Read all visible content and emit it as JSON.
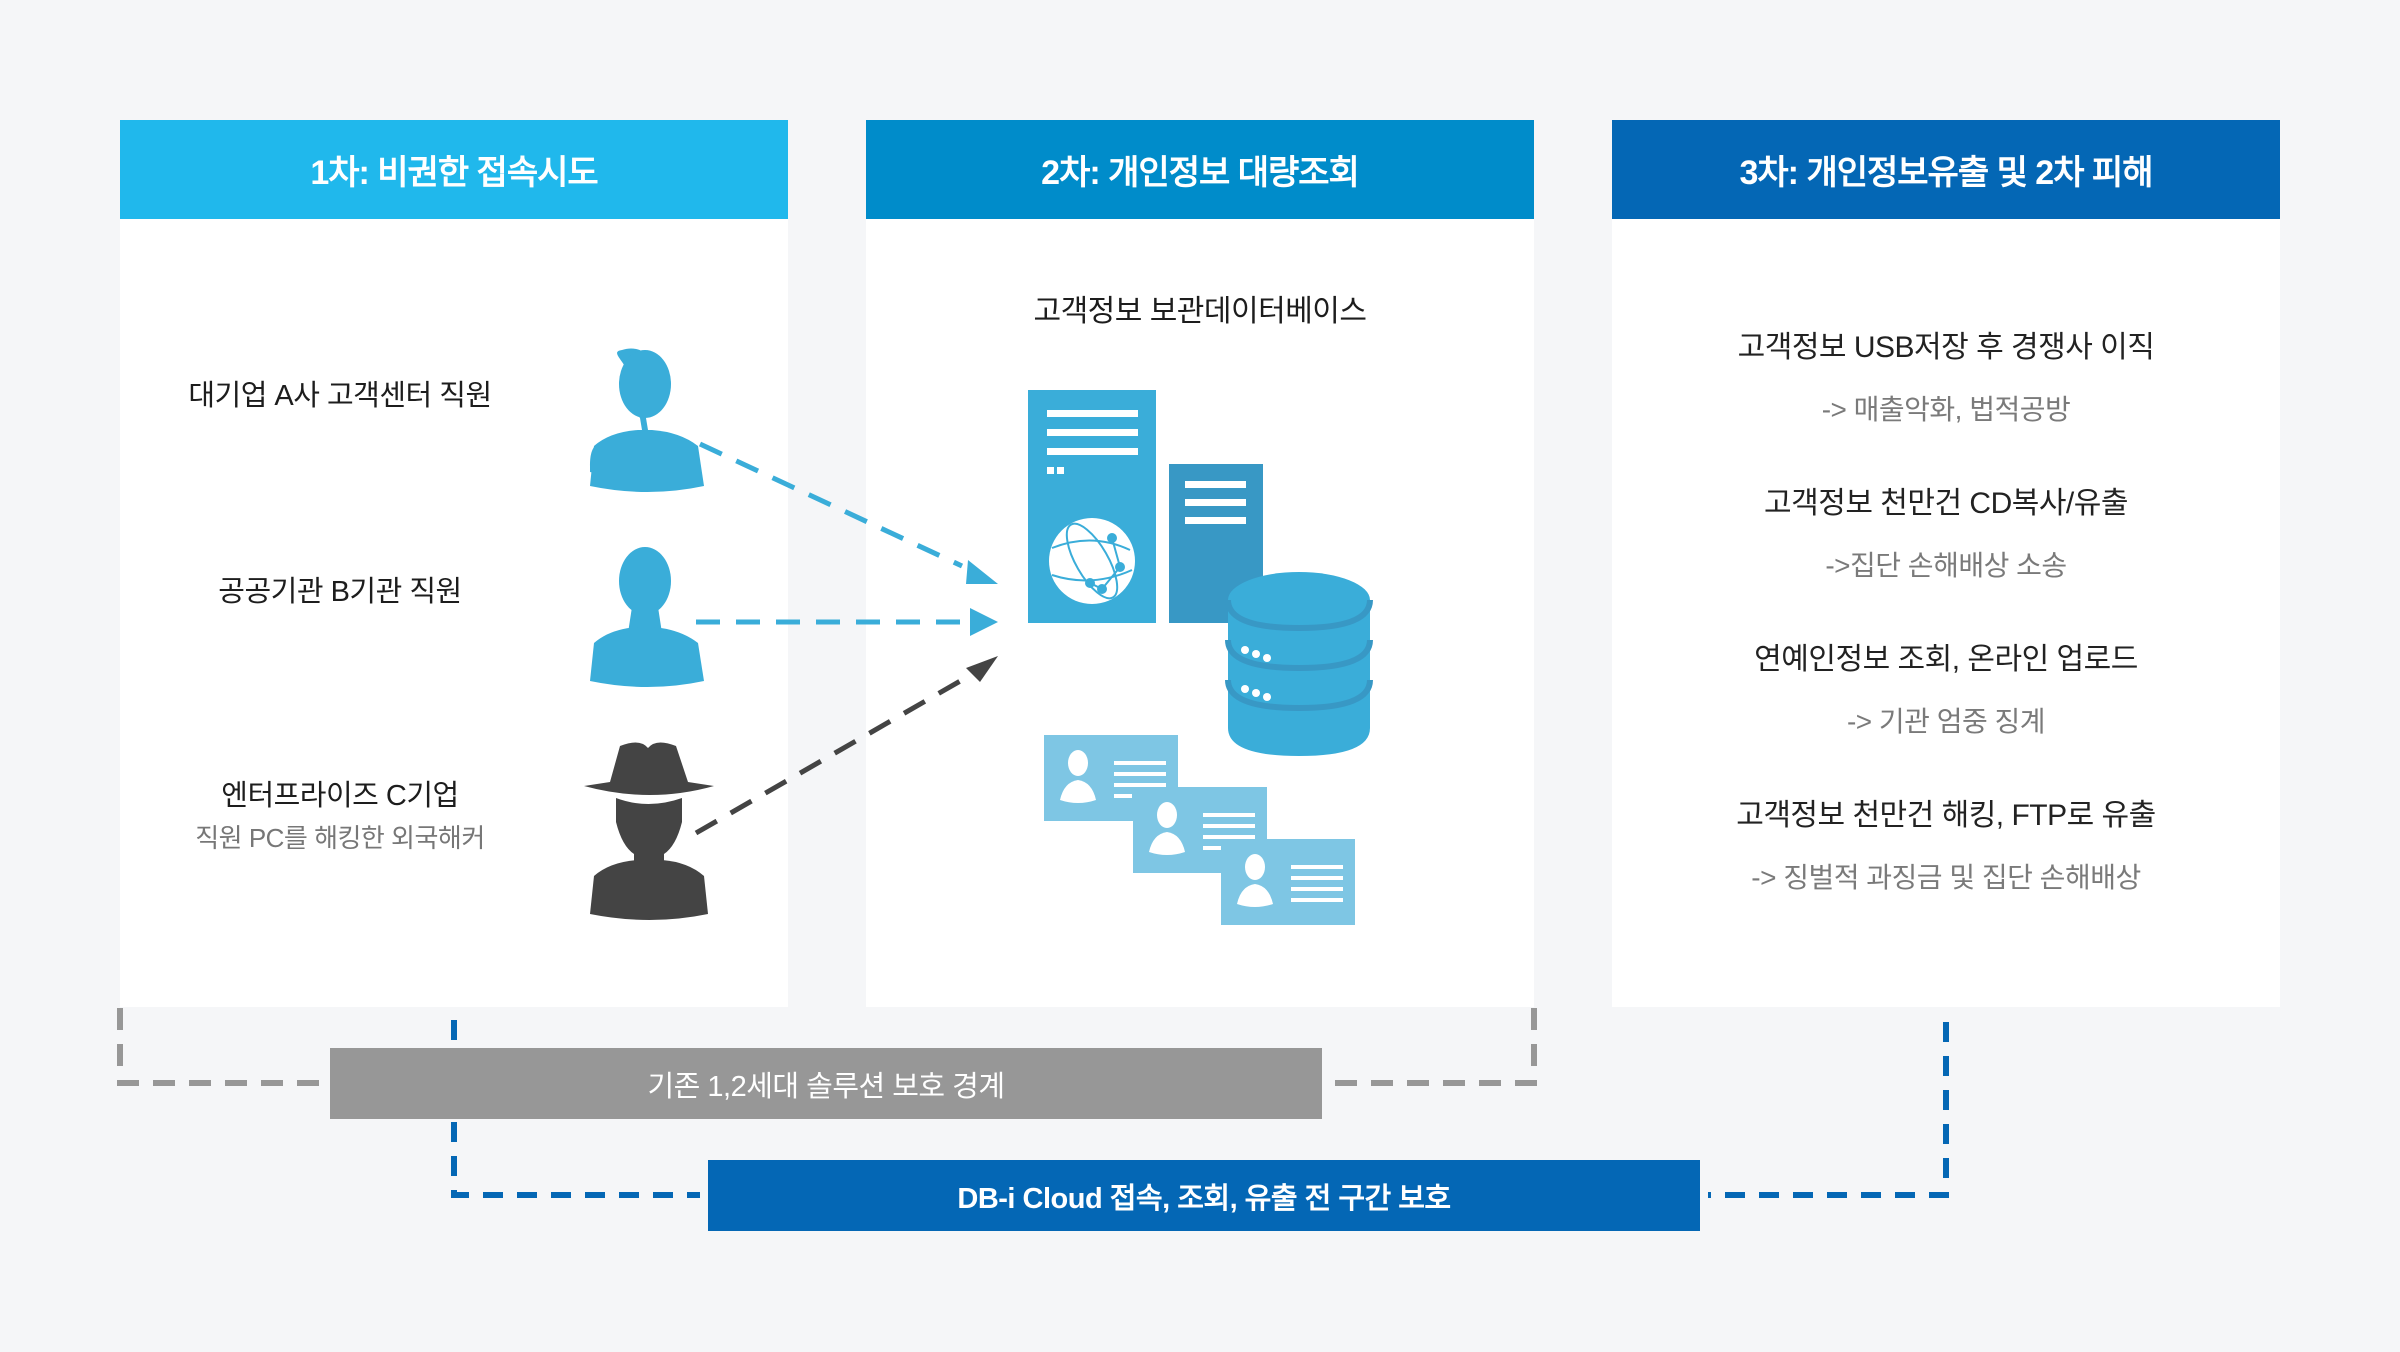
{
  "stages": [
    {
      "title": "1차: 비권한 접속시도",
      "color": "#20b8ec"
    },
    {
      "title": "2차: 개인정보 대량조회",
      "color": "#008cca"
    },
    {
      "title": "3차: 개인정보유출 및 2차 피해",
      "color": "#0467b5"
    }
  ],
  "actors": [
    {
      "label": "대기업 A사 고객센터 직원",
      "icon": "user-icon",
      "color": "#3aadd9"
    },
    {
      "label": "공공기관 B기관 직원",
      "icon": "user-icon",
      "color": "#3aadd9"
    },
    {
      "label": "엔터프라이즈 C기업",
      "sub": "직원 PC를 해킹한 외국해커",
      "icon": "hacker-icon",
      "color": "#444444"
    }
  ],
  "database": {
    "title": "고객정보 보관데이터베이스",
    "icons": [
      "server-icon",
      "globe-icon",
      "database-icon",
      "id-card-icon"
    ]
  },
  "impacts": [
    {
      "event": "고객정보 USB저장 후 경쟁사 이직",
      "result": "-> 매출악화, 법적공방"
    },
    {
      "event": "고객정보 천만건 CD복사/유출",
      "result": "->집단 손해배상 소송"
    },
    {
      "event": "연예인정보 조회, 온라인 업로드",
      "result": "-> 기관 엄중 징계"
    },
    {
      "event": "고객정보 천만건 해킹, FTP로 유출",
      "result": "-> 징벌적 과징금 및 집단 손해배상"
    }
  ],
  "boundaries": {
    "legacy": {
      "label": "기존 1,2세대 솔루션 보호 경계",
      "color": "#979797"
    },
    "dbi": {
      "label": "DB-i Cloud 접속, 조회, 유출 전 구간 보호",
      "color": "#0467b5"
    }
  }
}
